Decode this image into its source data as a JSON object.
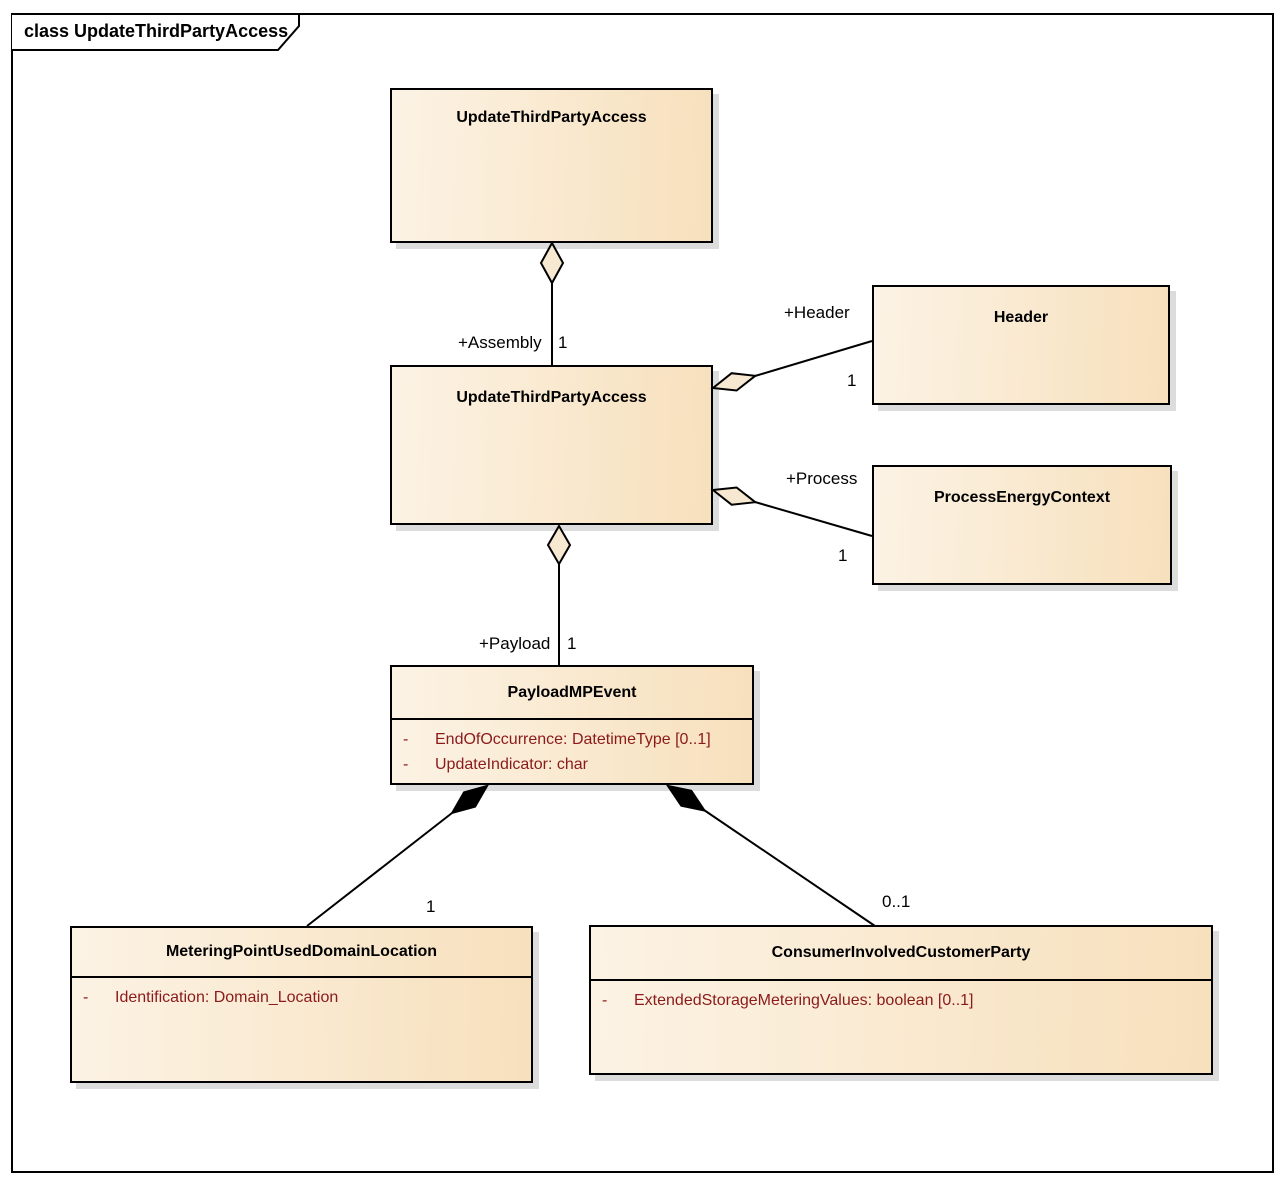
{
  "frame": {
    "label": "class UpdateThirdPartyAccess"
  },
  "classes": [
    {
      "name": "UpdateThirdPartyAccess"
    },
    {
      "name": "UpdateThirdPartyAccess"
    },
    {
      "name": "Header"
    },
    {
      "name": "ProcessEnergyContext"
    },
    {
      "name": "PayloadMPEvent",
      "attributes": [
        {
          "vis": "-",
          "text": "EndOfOccurrence: DatetimeType [0..1]"
        },
        {
          "vis": "-",
          "text": "UpdateIndicator: char"
        }
      ]
    },
    {
      "name": "MeteringPointUsedDomainLocation",
      "attributes": [
        {
          "vis": "-",
          "text": "Identification: Domain_Location"
        }
      ]
    },
    {
      "name": "ConsumerInvolvedCustomerParty",
      "attributes": [
        {
          "vis": "-",
          "text": "ExtendedStorageMeteringValues: boolean [0..1]"
        }
      ]
    }
  ],
  "connectors": {
    "assembly": {
      "role": "+Assembly",
      "target_multiplicity": "1",
      "kind": "aggregation"
    },
    "header": {
      "role": "+Header",
      "target_multiplicity": "1",
      "kind": "aggregation"
    },
    "process": {
      "role": "+Process",
      "target_multiplicity": "1",
      "kind": "aggregation"
    },
    "payload": {
      "role": "+Payload",
      "target_multiplicity": "1",
      "kind": "aggregation"
    },
    "metering": {
      "target_multiplicity": "1",
      "kind": "composition"
    },
    "consumer": {
      "target_multiplicity": "0..1",
      "kind": "composition"
    }
  },
  "colors": {
    "box_fill_light": "#fcf3e5",
    "box_fill_dark": "#f7e0bc",
    "box_border": "#000000",
    "attribute_text": "#8b1a1a",
    "hollow_diamond_fill": "#f7e8d1",
    "composition_diamond_fill": "#000000",
    "shadow": "#dcdcdc",
    "background": "#ffffff"
  }
}
